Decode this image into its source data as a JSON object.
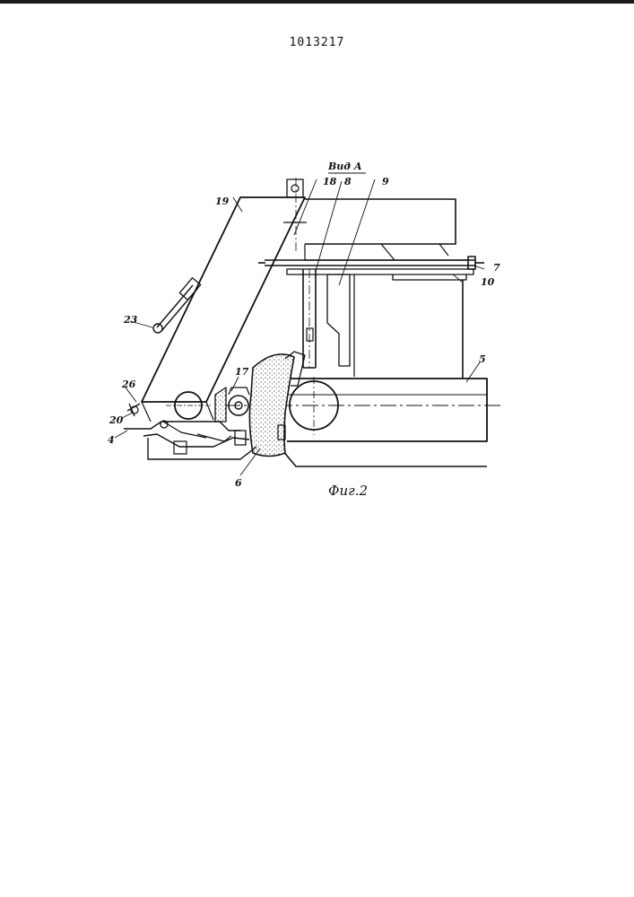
{
  "document": {
    "patent_number": "1013217"
  },
  "figure": {
    "view_label": "Вид А",
    "caption": "Фиг.2",
    "callouts": {
      "n4": "4",
      "n5": "5",
      "n6": "6",
      "n7": "7",
      "n8": "8",
      "n9": "9",
      "n10": "10",
      "n17": "17",
      "n18": "18",
      "n19": "19",
      "n20": "20",
      "n23": "23",
      "n26": "26"
    }
  },
  "colors": {
    "ink": "#111111",
    "paper": "#ffffff"
  }
}
